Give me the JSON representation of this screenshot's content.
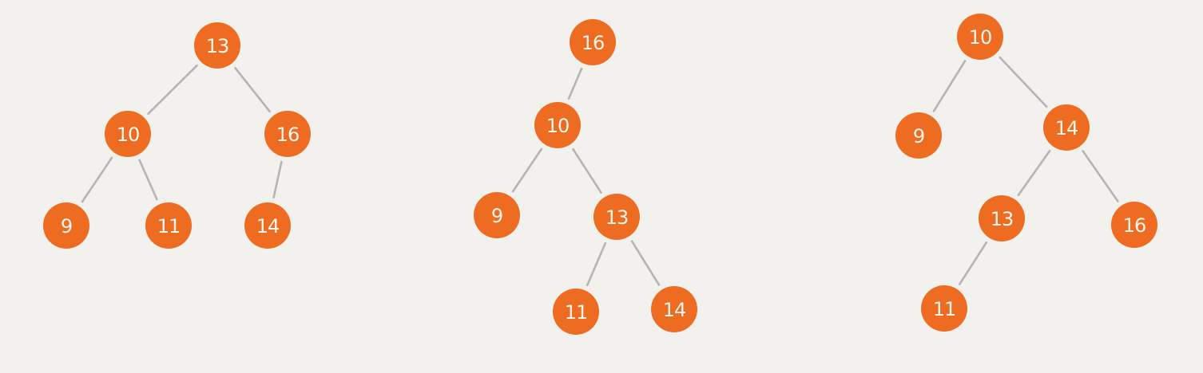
{
  "colors": {
    "background": "#f3f1ee",
    "node_fill": "#ee6c22",
    "node_text": "#fdf5ec",
    "edge": "#b6b4b1"
  },
  "trees": [
    {
      "name": "tree-1",
      "nodes": [
        {
          "id": "t1-13",
          "label": "13",
          "parent": null
        },
        {
          "id": "t1-10",
          "label": "10",
          "parent": "t1-13"
        },
        {
          "id": "t1-16",
          "label": "16",
          "parent": "t1-13"
        },
        {
          "id": "t1-9",
          "label": "9",
          "parent": "t1-10"
        },
        {
          "id": "t1-11",
          "label": "11",
          "parent": "t1-10"
        },
        {
          "id": "t1-14",
          "label": "14",
          "parent": "t1-16"
        }
      ]
    },
    {
      "name": "tree-2",
      "nodes": [
        {
          "id": "t2-16",
          "label": "16",
          "parent": null
        },
        {
          "id": "t2-10",
          "label": "10",
          "parent": "t2-16"
        },
        {
          "id": "t2-9",
          "label": "9",
          "parent": "t2-10"
        },
        {
          "id": "t2-13",
          "label": "13",
          "parent": "t2-10"
        },
        {
          "id": "t2-11",
          "label": "11",
          "parent": "t2-13"
        },
        {
          "id": "t2-14",
          "label": "14",
          "parent": "t2-13"
        }
      ]
    },
    {
      "name": "tree-3",
      "nodes": [
        {
          "id": "t3-10",
          "label": "10",
          "parent": null
        },
        {
          "id": "t3-9",
          "label": "9",
          "parent": "t3-10"
        },
        {
          "id": "t3-14",
          "label": "14",
          "parent": "t3-10"
        },
        {
          "id": "t3-13",
          "label": "13",
          "parent": "t3-14"
        },
        {
          "id": "t3-16",
          "label": "16",
          "parent": "t3-14"
        },
        {
          "id": "t3-11",
          "label": "11",
          "parent": "t3-13"
        }
      ]
    }
  ]
}
